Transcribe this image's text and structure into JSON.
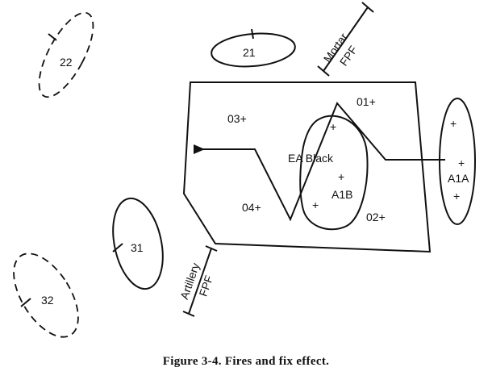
{
  "caption": "Figure 3-4.  Fires and fix effect.",
  "targets": {
    "t21": "21",
    "t22": "22",
    "t31": "31",
    "t32": "32"
  },
  "fpf": {
    "mortar_line1": "Mortar",
    "mortar_line2": "FPF",
    "artillery_line1": "Artillery",
    "artillery_line2": "FPF"
  },
  "points": {
    "p01": "01+",
    "p02": "02+",
    "p03": "03+",
    "p04": "04+"
  },
  "engagement_area": "EA Black",
  "battle_positions": {
    "a1b": "A1B",
    "a1a": "A1A"
  },
  "plus_symbol": "+"
}
